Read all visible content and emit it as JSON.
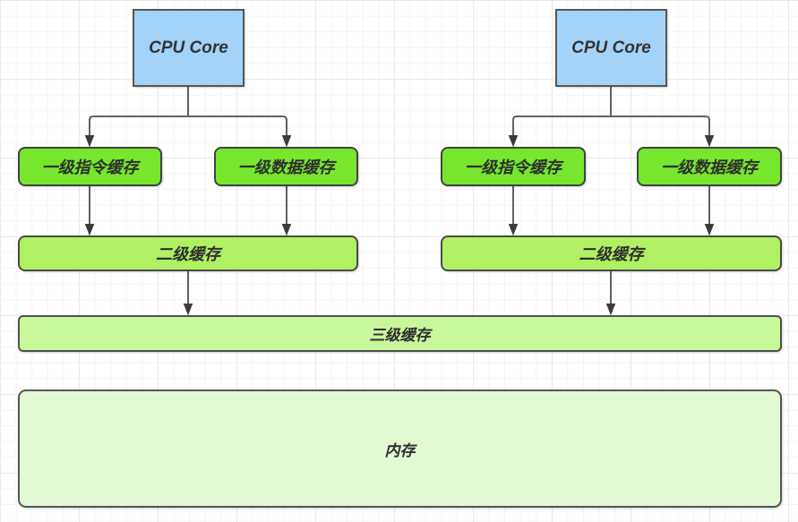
{
  "diagram": {
    "title_hint": "CPU cache hierarchy",
    "groups": [
      {
        "cpu_label": "CPU Core",
        "l1_instruction_label": "一级指令缓存",
        "l1_data_label": "一级数据缓存",
        "l2_label": "二级缓存"
      },
      {
        "cpu_label": "CPU Core",
        "l1_instruction_label": "一级指令缓存",
        "l1_data_label": "一级数据缓存",
        "l2_label": "二级缓存"
      }
    ],
    "l3_label": "三级缓存",
    "memory_label": "内存"
  },
  "colors": {
    "cpu_fill": "#a4d3f9",
    "l1_fill": "#76e72d",
    "l2_fill": "#aff163",
    "l3_fill": "#c9f79c",
    "memory_fill": "#e3f9d3",
    "node_border": "#4a4a4a",
    "connector_line": "#616161",
    "arrowhead": "#3b3b3b",
    "grid_minor": "#f4f4f4",
    "grid_major": "#e9e9e9",
    "text": "#2e2e2e"
  }
}
